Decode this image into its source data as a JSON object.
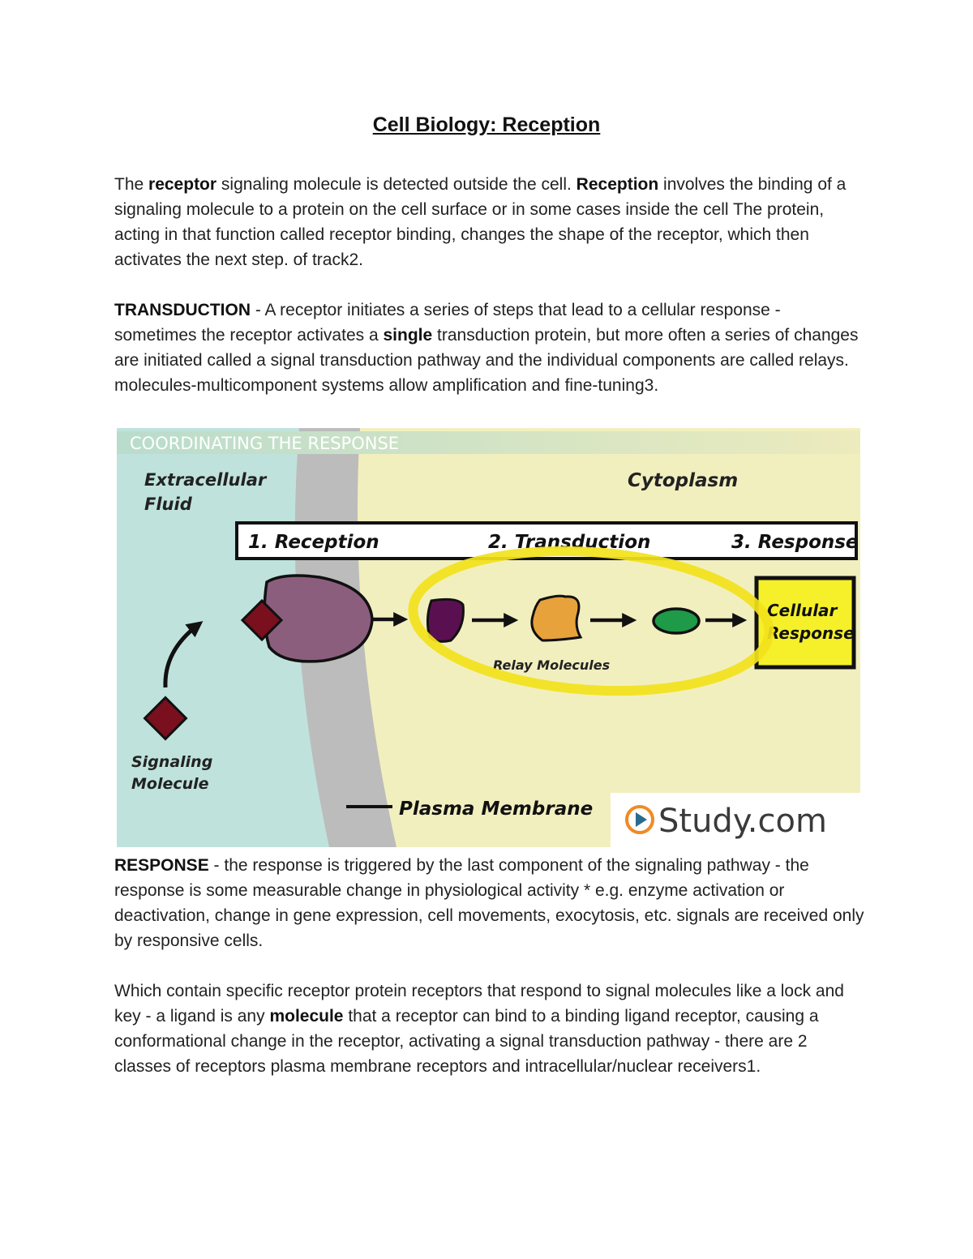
{
  "document": {
    "title": "Cell Biology: Reception",
    "paragraphs": [
      [
        {
          "t": "The ",
          "b": false
        },
        {
          "t": "receptor",
          "b": true
        },
        {
          "t": " signaling molecule is detected outside the cell. ",
          "b": false
        },
        {
          "t": "Reception",
          "b": true
        },
        {
          "t": " involves the binding of a signaling molecule to a protein on the cell surface or in some cases inside the cell  The protein, acting in that function called receptor binding, changes the shape of the receptor, which then activates the next step. of track2.",
          "b": false
        }
      ],
      [
        {
          "t": "TRANSDUCTION",
          "b": true
        },
        {
          "t": " - A receptor initiates a series of steps that lead to a cellular response - sometimes the receptor activates a ",
          "b": false
        },
        {
          "t": "single",
          "b": true
        },
        {
          "t": " transduction protein, but more often a series of changes are initiated  called a signal transduction pathway and the individual components are called relays. molecules-multicomponent systems allow amplification and fine-tuning3.",
          "b": false
        }
      ],
      [
        {
          "t": "RESPONSE",
          "b": true
        },
        {
          "t": " - the response is triggered by the last component of the signaling pathway - the response is some measurable change in physiological activity * e.g. enzyme activation or deactivation, change in gene expression, cell movements, exocytosis, etc. signals are received only  by responsive cells.",
          "b": false
        }
      ],
      [
        {
          "t": "Which contain specific receptor protein receptors that respond to signal molecules like a lock and key - a ligand is any ",
          "b": false
        },
        {
          "t": "molecule",
          "b": true
        },
        {
          "t": " that a receptor can bind to a binding ligand receptor, causing a conformational change in  the receptor, activating a signal transduction pathway - there are 2 classes of receptors  plasma membrane receptors and intracellular/nuclear receivers1.",
          "b": false
        }
      ]
    ]
  },
  "figure": {
    "banner": "COORDINATING THE RESPONSE",
    "extracellular_line1": "Extracellular",
    "extracellular_line2": "Fluid",
    "cytoplasm": "Cytoplasm",
    "step1": "1. Reception",
    "step2": "2. Transduction",
    "step3": "3. Response",
    "relay": "Relay Molecules",
    "cellular_line1": "Cellular",
    "cellular_line2": "Response",
    "signal_line1": "Signaling",
    "signal_line2": "Molecule",
    "membrane": "Plasma Membrane",
    "logo": "Study.com",
    "colors": {
      "extracellular": "#bfe3dc",
      "cytoplasm": "#f2efbf",
      "membrane": "#bcbcbc",
      "receptor": "#8c5e7e",
      "signal": "#7a0f1e",
      "relay1": "#5a1050",
      "relay2": "#e8a23c",
      "relay3": "#1e9a48",
      "highlight": "#f2e21c",
      "response_box": "#f5f02a"
    }
  }
}
